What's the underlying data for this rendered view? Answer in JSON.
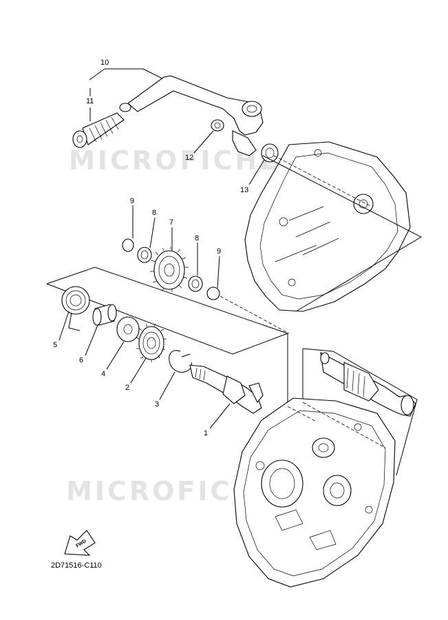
{
  "watermark": {
    "top": "MICROFICHE.NET",
    "bottom": "MICROFICHE.NET"
  },
  "diagram_code": "2D71516-C110",
  "fwd_label": "FWD",
  "callouts": [
    {
      "id": "10",
      "part": "kick-crank-assembly"
    },
    {
      "id": "11",
      "part": "kick-crank-grip"
    },
    {
      "id": "12",
      "part": "crank-bolt"
    },
    {
      "id": "13",
      "part": "oil-seal"
    },
    {
      "id": "9",
      "part": "circlip"
    },
    {
      "id": "8",
      "part": "washer"
    },
    {
      "id": "7",
      "part": "idle-gear"
    },
    {
      "id": "8",
      "part": "washer"
    },
    {
      "id": "9",
      "part": "circlip"
    },
    {
      "id": "5",
      "part": "torsion-spring"
    },
    {
      "id": "6",
      "part": "spring-guide"
    },
    {
      "id": "4",
      "part": "washer"
    },
    {
      "id": "2",
      "part": "ratchet-gear"
    },
    {
      "id": "3",
      "part": "clip"
    },
    {
      "id": "1",
      "part": "kick-axle"
    }
  ]
}
